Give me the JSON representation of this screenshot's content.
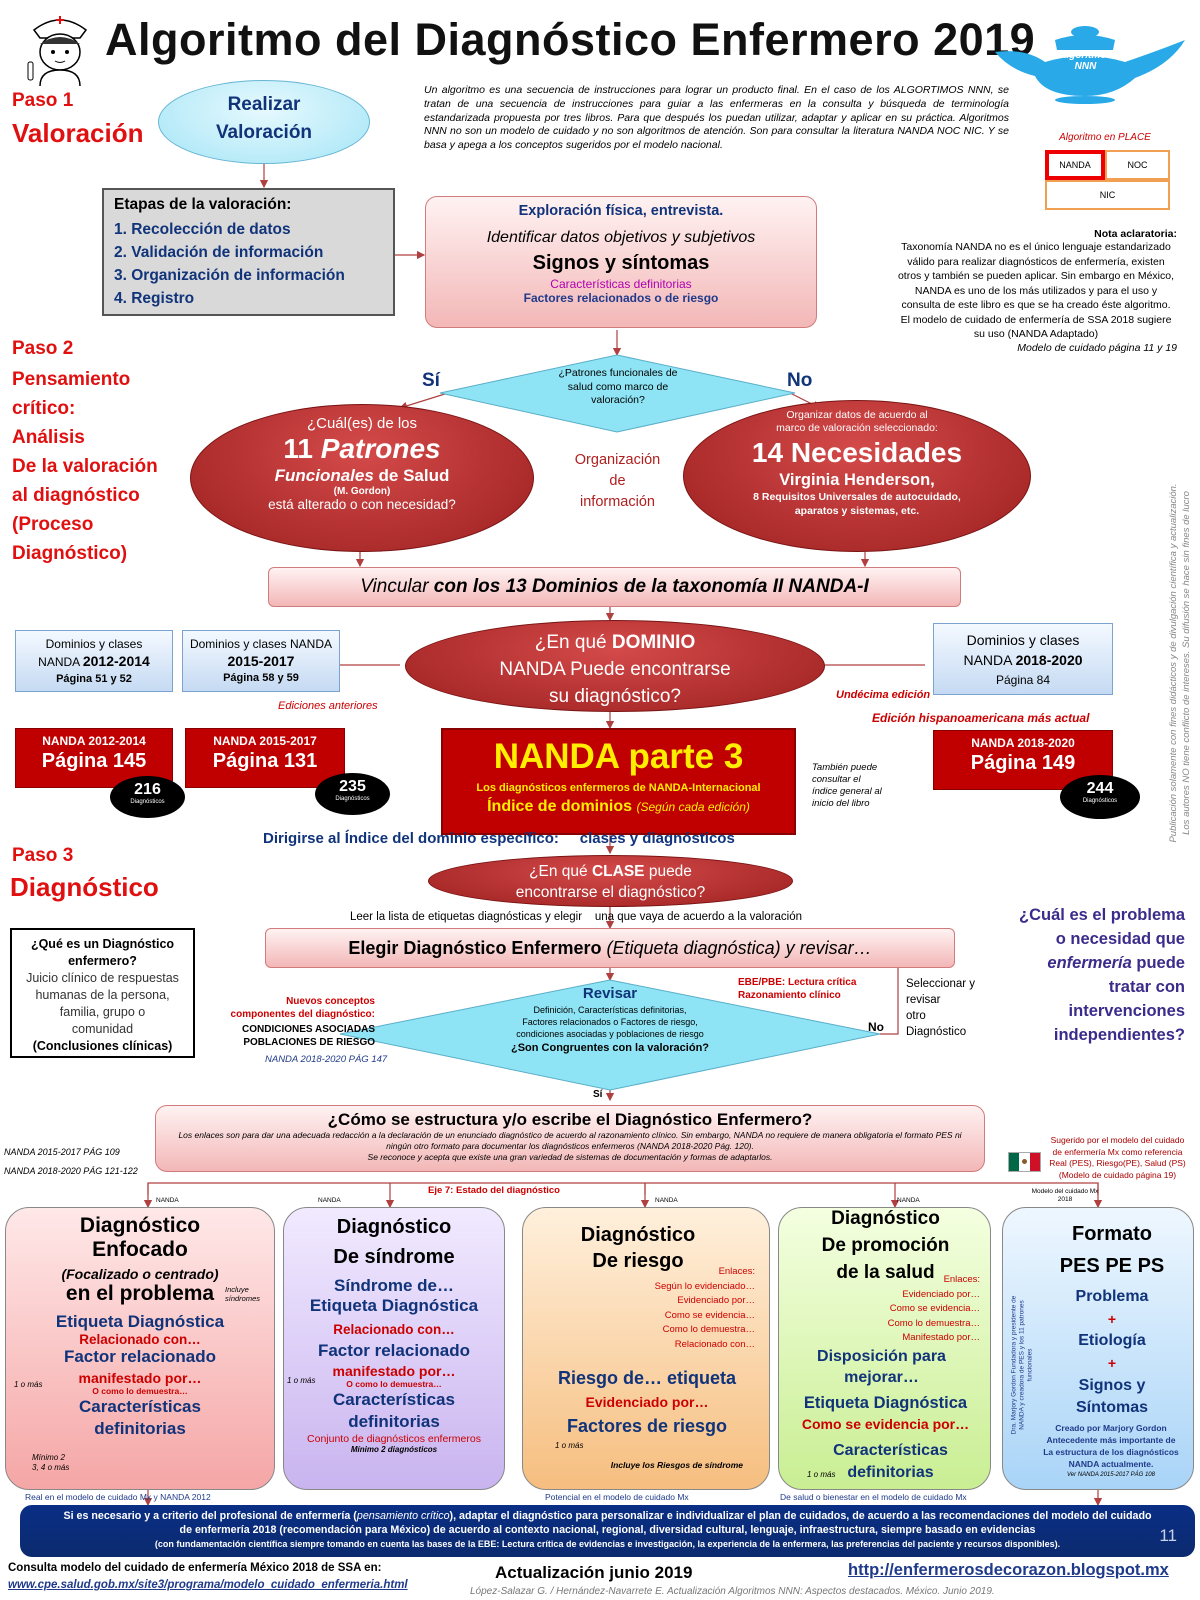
{
  "title": "Algoritmo del Diagnóstico Enfermero 2019",
  "logo_text": "Algoritmos NNN",
  "paso1": {
    "label": "Paso 1",
    "name": "Valoración"
  },
  "paso2": {
    "label": "Paso 2",
    "name": "Pensamiento crítico:\nAnálisis\nDe la valoración\nal diagnóstico\n(Proceso\nDiagnóstico)"
  },
  "paso3": {
    "label": "Paso 3",
    "name": "Diagnóstico"
  },
  "intro": "Un algoritmo es una secuencia de instrucciones para lograr un producto final. En el caso de los ALGORTIMOS NNN, se tratan de una secuencia de instrucciones para guiar a las enfermeras en la consulta y búsqueda de terminología estandarizada propuesta por tres libros. Para que después los puedan utilizar, adaptar y aplicar en su práctica. Algoritmos NNN no son un modelo de cuidado y no son algoritmos de atención. Son para consultar la literatura NANDA NOC NIC. Y se basa y apega a los conceptos sugeridos por el modelo nacional.",
  "place": {
    "title": "Algoritmo en PLACE",
    "nanda": "NANDA",
    "noc": "NOC",
    "nic": "NIC"
  },
  "nota": {
    "title": "Nota aclaratoria:",
    "body": "Taxonomía NANDA no es el único lenguaje estandarizado válido para realizar diagnósticos de enfermería, existen otros y también se pueden aplicar. Sin embargo en México, NANDA es uno de los más utilizados y para el uso y consulta de este libro es que se ha creado éste algoritmo.\nEl modelo de cuidado de enfermería de SSA 2018 sugiere su uso (NANDA Adaptado)",
    "ref": "Modelo de cuidado página 11 y 19"
  },
  "realizar": "Realizar\nValoración",
  "etapas": {
    "title": "Etapas de la valoración:",
    "items": [
      "1. Recolección de datos",
      "2. Validación  de información",
      "3. Organización  de información",
      "4. Registro"
    ]
  },
  "explor": {
    "l1": "Exploración  física, entrevista.",
    "l2": "Identificar datos objetivos y subjetivos",
    "l3": "Signos y síntomas",
    "l4": "Características definitorias",
    "l5": "Factores relacionados o de riesgo"
  },
  "decision1": {
    "text": "¿Patrones funcionales de\nsalud como marco de\nvaloración?",
    "si": "Sí",
    "no": "No"
  },
  "patrones": {
    "l1": "¿Cuál(es) de los",
    "l2a": "11",
    "l2b": "Patrones",
    "l3a": "Funcionales",
    "l3b": " de Salud",
    "l4": "(M. Gordon)",
    "l5": "está alterado o con necesidad?"
  },
  "organizacion": "Organización\nde\ninformación",
  "necesidades": {
    "l1": "Organizar datos de acuerdo al\nmarco de valoración seleccionado:",
    "l2": "14 Necesidades",
    "l3": "Virginia Henderson,",
    "l4": "8 Requisitos Universales de autocuidado,\naparatos y sistemas, etc."
  },
  "vincular": {
    "a": "Vincular",
    "b": " con los 13 Dominios de la taxonomía II NANDA-I"
  },
  "dominio_q": {
    "a": "¿En qué ",
    "b": "DOMINIO",
    "c": "NANDA Puede encontrarse\nsu diagnóstico?"
  },
  "dom2012": {
    "l1": "Dominios y clases",
    "l2a": "NANDA ",
    "l2b": "2012-2014",
    "l3": "Página 51 y 52"
  },
  "dom2015": {
    "l1": "Dominios y clases NANDA",
    "l2": "2015-2017",
    "l3": "Página 58 y 59"
  },
  "dom2018": {
    "l1": "Dominios y clases",
    "l2a": "NANDA ",
    "l2b": "2018-2020",
    "l3": "Página 84"
  },
  "ediciones_ant": "Ediciones anteriores",
  "undecima": "Undécima  edición",
  "hispano": "Edición hispanoamericana  más actual",
  "n2012": {
    "l1": "NANDA 2012-2014",
    "l2": "Página 145",
    "count": "216",
    "sub": "Diagnósticos"
  },
  "n2015": {
    "l1": "NANDA 2015-2017",
    "l2": "Página 131",
    "count": "235",
    "sub": "Diagnósticos"
  },
  "n2018": {
    "l1": "NANDA 2018-2020",
    "l2": "Página 149",
    "count": "244",
    "sub": "Diagnósticos"
  },
  "parte3": {
    "l1": "NANDA parte 3",
    "l2": "Los diagnósticos enfermeros de NANDA-Internacional",
    "l3": "Índice de dominios",
    "l4": "(Según cada edición)"
  },
  "tambien": "También puede\nconsultar el\níndice general al\ninicio del libro",
  "dirigirse": "Dirigirse al Índice del dominio específico:     clases y diagnósticos",
  "clase_q": {
    "a": "¿En qué ",
    "b": "CLASE",
    "c": " puede",
    "d": "encontrarse el diagnóstico?"
  },
  "leer": "Leer la lista de etiquetas diagnósticas y elegir    una que vaya de acuerdo a la valoración",
  "elegir": {
    "a": "Elegir Diagnóstico Enfermero ",
    "b": "(Etiqueta diagnóstica) y revisar…"
  },
  "que_es": {
    "title": "¿Qué es un Diagnóstico\nenfermero?",
    "body": "Juicio clínico de respuestas\nhumanas de la persona,\nfamilia, grupo o\ncomunidad",
    "foot": "(Conclusiones clínicas)"
  },
  "cual_problema": {
    "a": "¿Cuál es el problema\no necesidad que\n",
    "b": "enfermería",
    "c": " puede\ntratar con\nintervenciones\nindependientes?"
  },
  "nuevos": {
    "title": "Nuevos conceptos\ncomponentes del diagnóstico:",
    "items": "CONDICIONES ASOCIADAS\nPOBLACIONES DE RIESGO",
    "ref": "NANDA 2018-2020 PÁG 147"
  },
  "revisar": {
    "title": "Revisar",
    "body": "Definición, Características definitorias,\nFactores  relacionados o Factores de riesgo,\ncondiciones  asociadas y poblaciones  de riesgo",
    "q": "¿Son Congruentes con la valoración?",
    "si": "Sí",
    "no": "No"
  },
  "ebe": "EBE/PBE:  Lectura crítica\nRazonamiento  clínico",
  "seleccionar": "Seleccionar y\nrevisar\notro\nDiagnóstico",
  "estructura": {
    "title": "¿Cómo se estructura y/o escribe el Diagnóstico Enfermero?",
    "body": "Los enlaces son para dar una adecuada redacción a la declaración de un enunciado diagnóstico de acuerdo al razonamiento clínico. Sin embargo, NANDA no requiere de manera obligatoria  el formato PES ni ningún otro formato para documentar los diagnósticos enfermeros (NANDA 2018-2020 Pág. 120).\nSe reconoce y acepta que existe una gran variedad de sistemas de documentación y formas de adaptarlos."
  },
  "ref_left": "NANDA 2015-2017 PÁG 109\nNANDA 2018-2020 PÁG 121-122",
  "sugerido": "Sugerido por el modelo del cuidado\nde enfermería Mx como referencia\nReal (PES), Riesgo(PE), Salud (PS)\n(Modelo de cuidado página 19)",
  "eje7": "Eje 7: Estado del diagnóstico",
  "nanda_tag": "NANDA",
  "mx_tag": "Modelo del cuidado Mx\n2018",
  "col1": {
    "t": "Diagnóstico\nEnfocado",
    "s": "(Focalizado o centrado)",
    "t2": "en el problema",
    "incluye": "Incluye\nsíndromes",
    "l1": "Etiqueta Diagnóstica",
    "l2": "Relacionado con…",
    "l3": "Factor relacionado",
    "l4": "manifestado por…",
    "l5": "O como lo demuestra…",
    "l6": "Características\ndefinitorias",
    "m1": "1 o más",
    "m2": "Mínimo 2\n3, 4 o más",
    "foot": "Real en el modelo de cuidado Mx y NANDA 2012"
  },
  "col2": {
    "t": "Diagnóstico\nDe síndrome",
    "l1": "Síndrome de…",
    "l2": "Etiqueta Diagnóstica",
    "l3": "Relacionado con…",
    "l4": "Factor relacionado",
    "l5": "manifestado por…",
    "l6": "O como lo demuestra…",
    "l7": "Características\ndefinitorias",
    "l8": "Conjunto de diagnósticos enfermeros",
    "l9": "Mínimo 2 diagnósticos",
    "m1": "1 o más"
  },
  "col3": {
    "t": "Diagnóstico\nDe riesgo",
    "enlaces": "Enlaces:\nSegún lo evidenciado…\nEvidenciado  por…\nComo se evidencia…\nComo lo demuestra…\nRelacionado  con…",
    "l1": "Riesgo de… etiqueta",
    "l2": "Evidenciado por…",
    "l3": "Factores de riesgo",
    "m1": "1 o más",
    "inc": "Incluye los Riesgos de síndrome",
    "foot": "Potencial  en el modelo de cuidado Mx"
  },
  "col4": {
    "t": "Diagnóstico\nDe promoción\nde la salud",
    "enlaces": "Enlaces:\nEvidenciado por…\nComo se evidencia…\nComo lo demuestra…\nManifestado por…",
    "l1": "Disposición  para\nmejorar…",
    "l2": "Etiqueta Diagnóstica",
    "l3": "Como se evidencia por…",
    "l4": "Características\ndefinitorias",
    "m1": "1 o más",
    "foot": "De salud o bienestar  en el modelo de cuidado Mx"
  },
  "col5": {
    "t": "Formato\nPES  PE  PS",
    "l1": "Problema",
    "plus": "+",
    "l2": "Etiología",
    "l3": "Signos y\nSíntomas",
    "l4": "Creado por Marjory Gordon\nAntecedente más importante de\nLa estructura de los diagnósticos\nNANDA actualmente.",
    "ref": "Ver NANDA 2015-2017 PÁG 108",
    "side": "Dra. Marjory Gordon Fundadora y presidente de\nNANDA y creadora de PES y los 11 patrones\nfuncionales"
  },
  "bottom": {
    "a": "Si es necesario y a criterio del profesional de enfermería (",
    "b": "pensamiento crítico",
    "c": "),  adaptar el diagnóstico para personalizar e individualizar el plan de cuidados, de acuerdo a las recomendaciones del modelo del cuidado de enfermería 2018  (recomendación para México) de acuerdo al contexto nacional, regional, diversidad cultural, lenguaje, infraestructura, siempre basado en evidencias",
    "d": "(con fundamentación  científica siempre tomando  en cuenta las bases de la EBE: Lectura crítica de evidencias e investigación,  la experiencia de la enfermera, las preferencias del paciente y recursos disponibles).",
    "page": "11"
  },
  "consulta": "Consulta modelo del cuidado de enfermería México 2018 de SSA en:",
  "consulta_url": "www.cpe.salud.gob.mx/site3/programa/modelo_cuidado_enfermeria.html",
  "actualizacion": "Actualización junio 2019",
  "blog": "http://enfermerosdecorazon.blogspot.mx",
  "cita": "López-Salazar  G. / Hernández-Navarrete E. Actualización Algoritmos NNN: Aspectos destacados.  México. Junio 2019.",
  "vertical": "Publicación solamente con fines didácticos y de divulgación científica  y actualización.\nLos autores NO tiene conflicto de intereses.  Su difusión se hace sin fines de lucro"
}
